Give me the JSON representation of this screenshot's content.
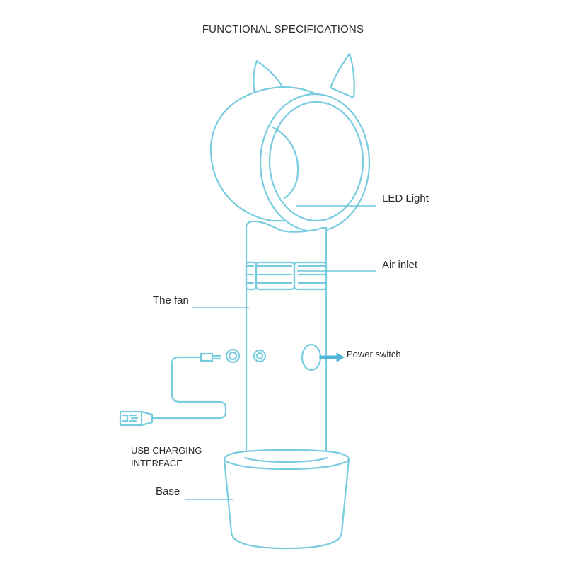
{
  "title": "FUNCTIONAL SPECIFICATIONS",
  "labels": {
    "led_light": "LED Light",
    "air_inlet": "Air inlet",
    "the_fan": "The fan",
    "power_switch": "Power switch",
    "usb_line1": "USB CHARGING",
    "usb_line2": "INTERFACE",
    "base": "Base"
  },
  "colors": {
    "outline": "#78cce0",
    "arrow": "#4fb6d6",
    "text": "#2b2b2b"
  }
}
